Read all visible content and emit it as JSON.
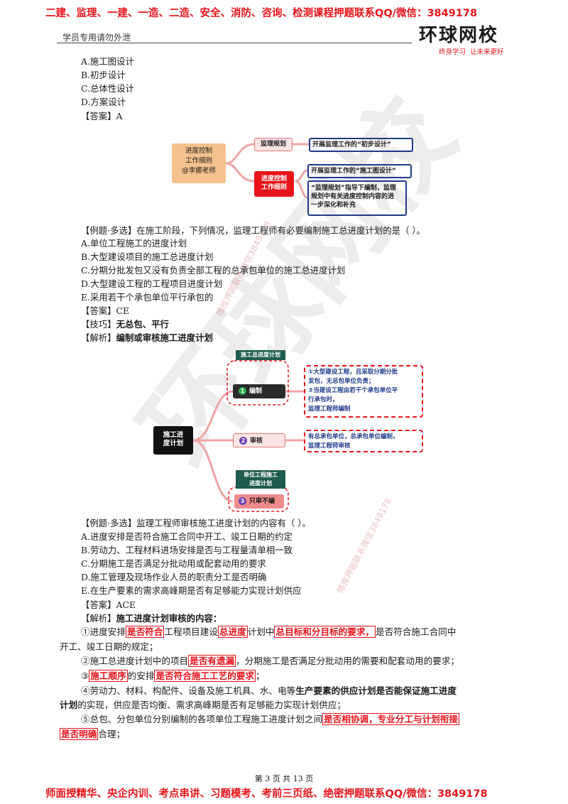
{
  "header": {
    "banner": "二建、监理、一建、一造、二造、安全、消防、咨询、检测课程押题联系QQ/微信：3849178",
    "notice": "学员专用请勿外泄",
    "logo_text": "环球网校",
    "logo_slogan": "终身学习  让未来更好"
  },
  "options_top": [
    "A.施工图设计",
    "B.初步设计",
    "C.总体性设计",
    "D.方案设计"
  ],
  "answer_top": "【答案】A",
  "mindmap1": {
    "root": [
      "进度控制",
      "工作细则",
      "@李娜老师"
    ],
    "node_plan": "监理规划",
    "node_plan_desc": "开展监理工作的“初步设计”",
    "node_rules": [
      "进度控制",
      "工作细则"
    ],
    "node_rules_desc1": "开展监理工作的“施工图设计”",
    "node_rules_desc2": [
      "“监理规划”指导下编制，监理",
      "规划中有关进度控制内容的进",
      "一步深化和补充"
    ]
  },
  "q1": {
    "stem": "【例题·多选】在施工阶段，下列情况，监理工程师有必要编制施工总进度计划的是（   ）。",
    "options": [
      "A.单位工程施工的进度计划",
      "B.大型建设项目的施工总进度计划",
      "C.分期分批发包又没有负责全部工程的总承包单位的施工总进度计划",
      "D.大型建设工程的工程项目进度计划",
      "E.采用若干个承包单位平行承包的"
    ],
    "answer": "【答案】CE",
    "tip_label": "【技巧】",
    "tip": "无总包、平行",
    "analysis_label": "【解析】",
    "analysis": "编制或审核施工进度计划"
  },
  "mindmap2": {
    "root": [
      "施工进",
      "度计划"
    ],
    "title_box": "施工总进度计划",
    "node1_num": "1",
    "node1": "编制",
    "node1_desc": [
      "①大型建设工程，且采取分期分批",
      "发包，无总包单位负责；",
      "②当建设工程由若干个承包单位平",
      "行承包时，",
      "监理工程师编制"
    ],
    "node2_num": "2",
    "node2": "审核",
    "node2_desc": [
      "有总承包单位，总承包单位编制，",
      "监理工程师审核"
    ],
    "title_box2": [
      "单位工程施工",
      "进度计划"
    ],
    "node3_num": "3",
    "node3": "只审不编"
  },
  "q2": {
    "stem": "【例题·多选】监理工程师审核施工进度计划的内容有（   ）。",
    "options": [
      "A.进度安排是否符合施工合同中开工、竣工日期的约定",
      "B.劳动力、工程材料进场安排是否与工程量清单相一致",
      "C.分期施工是否满足分批动用或配套动用的要求",
      "D.施工管理及现场作业人员的职责分工是否明确",
      "E.在生产要素的需求高峰期是否有足够能力实现计划供应"
    ],
    "answer": "【答案】ACE",
    "analysis_label": "【解析】",
    "analysis": "施工进度计划审核的内容：",
    "p1": {
      "a": "①进度安排",
      "b": "是否符合",
      "c": "工程项目建设",
      "d": "总进度",
      "e": "计划中",
      "f": "总目标和分目标的要求，",
      "g": "是否符合施工合同中",
      "h": "开工、竣工日期的规定；"
    },
    "p2": {
      "a": "②施工总进度计划中的项目",
      "b": "是否有遗漏",
      "c": "，分期施工是否满足分批动用的需要和配套动用的要求；"
    },
    "p3": {
      "a": "③",
      "b": "施工顺序",
      "c": "的安排",
      "d": "是否符合施工工艺的要求",
      "e": "；"
    },
    "p4": {
      "a": "④劳动力、材料、构配件、设备及施工机具、水、电等",
      "b": "生产要素的供应计划是否能保证施工进度",
      "c": "计划",
      "d": "的实现，供应是否均衡、需求高峰期是否有足够能力实现计划供应；"
    },
    "p5": {
      "a": "⑤总包、分包单位分别编制的各项单位工程施工进度计划之间",
      "b": "是否相协调，专业分工与计划衔接",
      "c": "是否明确",
      "d": "合理；"
    }
  },
  "footer": {
    "page": "第 3 页 共 13 页",
    "banner": "师面授精华、央企内训、考点串讲、习题模考、考前三页纸、绝密押题联系QQ/微信：3849178"
  },
  "watermark": {
    "big": "环球网校",
    "small": "帷推押题联系微信3849178"
  },
  "colors": {
    "banner_red": "#e8141b",
    "root_orange": "#f3c28d",
    "dark_node": "#2b2b2b",
    "teal_title": "#1f5b4e",
    "blue_border": "#1e3a8a"
  }
}
